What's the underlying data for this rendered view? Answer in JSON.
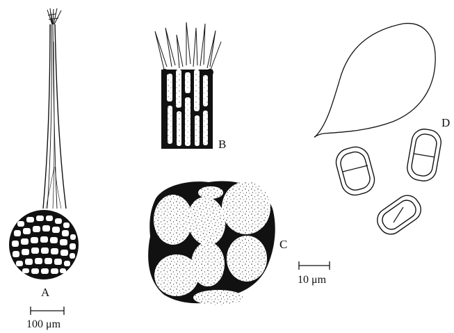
{
  "panels": {
    "a": {
      "label": "A"
    },
    "b": {
      "label": "B"
    },
    "c": {
      "label": "C"
    },
    "d": {
      "label": "D"
    }
  },
  "scale_bars": {
    "large": {
      "text": "100 μm"
    },
    "small": {
      "text": "10 μm"
    }
  },
  "colors": {
    "ink": "#111111",
    "paper": "#ffffff"
  }
}
